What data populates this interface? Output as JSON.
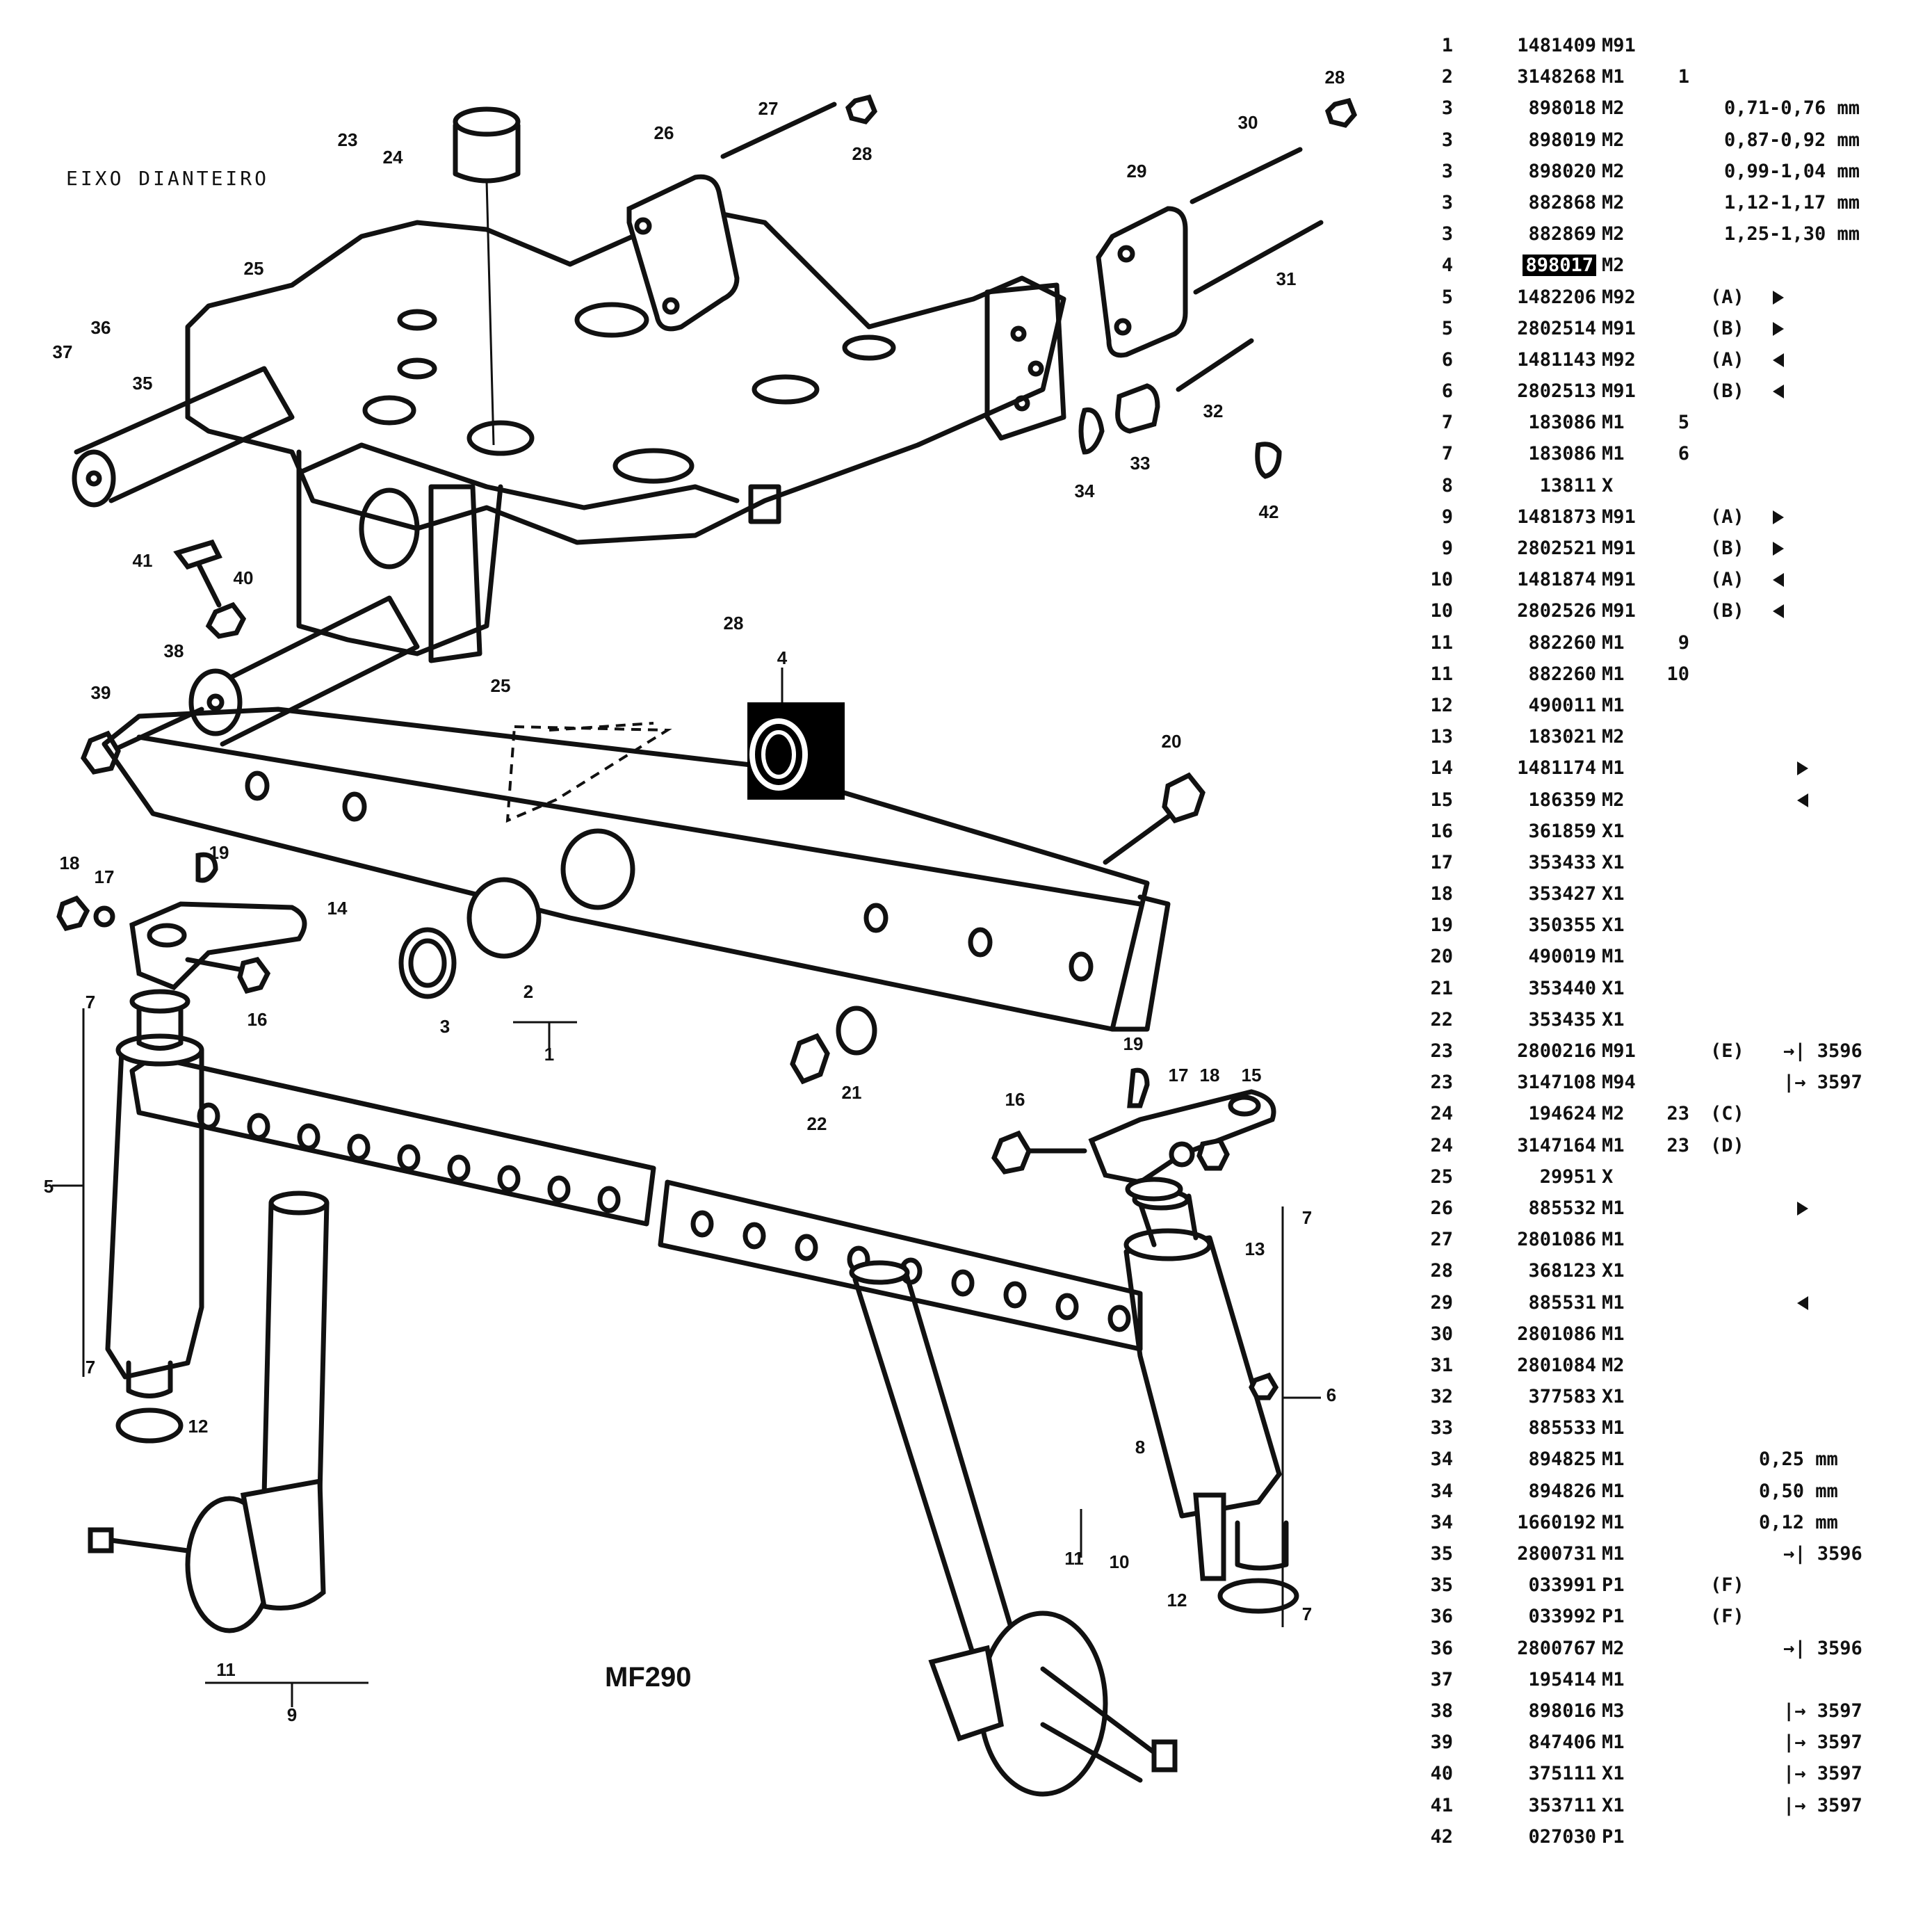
{
  "title": "EIXO DIANTEIRO",
  "model": "MF290",
  "highlighted_part": "898017",
  "parts": [
    {
      "ref": "1",
      "part": "1481409",
      "group": "M91",
      "qty": "",
      "variant": "",
      "side": "",
      "note": ""
    },
    {
      "ref": "2",
      "part": "3148268",
      "group": "M1",
      "qty": "1",
      "variant": "",
      "side": "",
      "note": ""
    },
    {
      "ref": "3",
      "part": "898018",
      "group": "M2",
      "qty": "",
      "variant": "",
      "side": "",
      "note": "0,71-0,76 mm"
    },
    {
      "ref": "3",
      "part": "898019",
      "group": "M2",
      "qty": "",
      "variant": "",
      "side": "",
      "note": "0,87-0,92 mm"
    },
    {
      "ref": "3",
      "part": "898020",
      "group": "M2",
      "qty": "",
      "variant": "",
      "side": "",
      "note": "0,99-1,04 mm"
    },
    {
      "ref": "3",
      "part": "882868",
      "group": "M2",
      "qty": "",
      "variant": "",
      "side": "",
      "note": "1,12-1,17 mm"
    },
    {
      "ref": "3",
      "part": "882869",
      "group": "M2",
      "qty": "",
      "variant": "",
      "side": "",
      "note": "1,25-1,30 mm"
    },
    {
      "ref": "4",
      "part": "898017",
      "group": "M2",
      "qty": "",
      "variant": "",
      "side": "",
      "note": "",
      "highlight": true
    },
    {
      "ref": "5",
      "part": "1482206",
      "group": "M92",
      "qty": "",
      "variant": "(A)",
      "side": "right",
      "note": ""
    },
    {
      "ref": "5",
      "part": "2802514",
      "group": "M91",
      "qty": "",
      "variant": "(B)",
      "side": "right",
      "note": ""
    },
    {
      "ref": "6",
      "part": "1481143",
      "group": "M92",
      "qty": "",
      "variant": "(A)",
      "side": "left",
      "note": ""
    },
    {
      "ref": "6",
      "part": "2802513",
      "group": "M91",
      "qty": "",
      "variant": "(B)",
      "side": "left",
      "note": ""
    },
    {
      "ref": "7",
      "part": "183086",
      "group": "M1",
      "qty": "5",
      "variant": "",
      "side": "",
      "note": ""
    },
    {
      "ref": "7",
      "part": "183086",
      "group": "M1",
      "qty": "6",
      "variant": "",
      "side": "",
      "note": ""
    },
    {
      "ref": "8",
      "part": "13811",
      "group": "X",
      "qty": "",
      "variant": "",
      "side": "",
      "note": ""
    },
    {
      "ref": "9",
      "part": "1481873",
      "group": "M91",
      "qty": "",
      "variant": "(A)",
      "side": "right",
      "note": ""
    },
    {
      "ref": "9",
      "part": "2802521",
      "group": "M91",
      "qty": "",
      "variant": "(B)",
      "side": "right",
      "note": ""
    },
    {
      "ref": "10",
      "part": "1481874",
      "group": "M91",
      "qty": "",
      "variant": "(A)",
      "side": "left",
      "note": ""
    },
    {
      "ref": "10",
      "part": "2802526",
      "group": "M91",
      "qty": "",
      "variant": "(B)",
      "side": "left",
      "note": ""
    },
    {
      "ref": "11",
      "part": "882260",
      "group": "M1",
      "qty": "9",
      "variant": "",
      "side": "",
      "note": ""
    },
    {
      "ref": "11",
      "part": "882260",
      "group": "M1",
      "qty": "10",
      "variant": "",
      "side": "",
      "note": ""
    },
    {
      "ref": "12",
      "part": "490011",
      "group": "M1",
      "qty": "",
      "variant": "",
      "side": "",
      "note": ""
    },
    {
      "ref": "13",
      "part": "183021",
      "group": "M2",
      "qty": "",
      "variant": "",
      "side": "",
      "note": ""
    },
    {
      "ref": "14",
      "part": "1481174",
      "group": "M1",
      "qty": "",
      "variant": "",
      "side": "right-only",
      "note": ""
    },
    {
      "ref": "15",
      "part": "186359",
      "group": "M2",
      "qty": "",
      "variant": "",
      "side": "left-only",
      "note": ""
    },
    {
      "ref": "16",
      "part": "361859",
      "group": "X1",
      "qty": "",
      "variant": "",
      "side": "",
      "note": ""
    },
    {
      "ref": "17",
      "part": "353433",
      "group": "X1",
      "qty": "",
      "variant": "",
      "side": "",
      "note": ""
    },
    {
      "ref": "18",
      "part": "353427",
      "group": "X1",
      "qty": "",
      "variant": "",
      "side": "",
      "note": ""
    },
    {
      "ref": "19",
      "part": "350355",
      "group": "X1",
      "qty": "",
      "variant": "",
      "side": "",
      "note": ""
    },
    {
      "ref": "20",
      "part": "490019",
      "group": "M1",
      "qty": "",
      "variant": "",
      "side": "",
      "note": ""
    },
    {
      "ref": "21",
      "part": "353440",
      "group": "X1",
      "qty": "",
      "variant": "",
      "side": "",
      "note": ""
    },
    {
      "ref": "22",
      "part": "353435",
      "group": "X1",
      "qty": "",
      "variant": "",
      "side": "",
      "note": ""
    },
    {
      "ref": "23",
      "part": "2800216",
      "group": "M91",
      "qty": "",
      "variant": "(E)",
      "side": "",
      "note": "→| 3596"
    },
    {
      "ref": "23",
      "part": "3147108",
      "group": "M94",
      "qty": "",
      "variant": "",
      "side": "",
      "note": "|→ 3597"
    },
    {
      "ref": "24",
      "part": "194624",
      "group": "M2",
      "qty": "23",
      "variant": "(C)",
      "side": "",
      "note": ""
    },
    {
      "ref": "24",
      "part": "3147164",
      "group": "M1",
      "qty": "23",
      "variant": "(D)",
      "side": "",
      "note": ""
    },
    {
      "ref": "25",
      "part": "29951",
      "group": "X",
      "qty": "",
      "variant": "",
      "side": "",
      "note": ""
    },
    {
      "ref": "26",
      "part": "885532",
      "group": "M1",
      "qty": "",
      "variant": "",
      "side": "right-only",
      "note": ""
    },
    {
      "ref": "27",
      "part": "2801086",
      "group": "M1",
      "qty": "",
      "variant": "",
      "side": "",
      "note": ""
    },
    {
      "ref": "28",
      "part": "368123",
      "group": "X1",
      "qty": "",
      "variant": "",
      "side": "",
      "note": ""
    },
    {
      "ref": "29",
      "part": "885531",
      "group": "M1",
      "qty": "",
      "variant": "",
      "side": "left-only",
      "note": ""
    },
    {
      "ref": "30",
      "part": "2801086",
      "group": "M1",
      "qty": "",
      "variant": "",
      "side": "",
      "note": ""
    },
    {
      "ref": "31",
      "part": "2801084",
      "group": "M2",
      "qty": "",
      "variant": "",
      "side": "",
      "note": ""
    },
    {
      "ref": "32",
      "part": "377583",
      "group": "X1",
      "qty": "",
      "variant": "",
      "side": "",
      "note": ""
    },
    {
      "ref": "33",
      "part": "885533",
      "group": "M1",
      "qty": "",
      "variant": "",
      "side": "",
      "note": ""
    },
    {
      "ref": "34",
      "part": "894825",
      "group": "M1",
      "qty": "",
      "variant": "",
      "side": "",
      "note": "0,25 mm"
    },
    {
      "ref": "34",
      "part": "894826",
      "group": "M1",
      "qty": "",
      "variant": "",
      "side": "",
      "note": "0,50 mm"
    },
    {
      "ref": "34",
      "part": "1660192",
      "group": "M1",
      "qty": "",
      "variant": "",
      "side": "",
      "note": "0,12 mm"
    },
    {
      "ref": "35",
      "part": "2800731",
      "group": "M1",
      "qty": "",
      "variant": "",
      "side": "",
      "note": "→| 3596"
    },
    {
      "ref": "35",
      "part": "033991",
      "group": "P1",
      "qty": "",
      "variant": "(F)",
      "side": "",
      "note": ""
    },
    {
      "ref": "36",
      "part": "033992",
      "group": "P1",
      "qty": "",
      "variant": "(F)",
      "side": "",
      "note": ""
    },
    {
      "ref": "36",
      "part": "2800767",
      "group": "M2",
      "qty": "",
      "variant": "",
      "side": "",
      "note": "→| 3596"
    },
    {
      "ref": "37",
      "part": "195414",
      "group": "M1",
      "qty": "",
      "variant": "",
      "side": "",
      "note": ""
    },
    {
      "ref": "38",
      "part": "898016",
      "group": "M3",
      "qty": "",
      "variant": "",
      "side": "",
      "note": "|→ 3597"
    },
    {
      "ref": "39",
      "part": "847406",
      "group": "M1",
      "qty": "",
      "variant": "",
      "side": "",
      "note": "|→ 3597"
    },
    {
      "ref": "40",
      "part": "375111",
      "group": "X1",
      "qty": "",
      "variant": "",
      "side": "",
      "note": "|→ 3597"
    },
    {
      "ref": "41",
      "part": "353711",
      "group": "X1",
      "qty": "",
      "variant": "",
      "side": "",
      "note": "|→ 3597"
    },
    {
      "ref": "42",
      "part": "027030",
      "group": "P1",
      "qty": "",
      "variant": "",
      "side": "",
      "note": ""
    }
  ],
  "callouts": [
    {
      "label": "1"
    },
    {
      "label": "2"
    },
    {
      "label": "3"
    },
    {
      "label": "4"
    },
    {
      "label": "5"
    },
    {
      "label": "6"
    },
    {
      "label": "7"
    },
    {
      "label": "7"
    },
    {
      "label": "7"
    },
    {
      "label": "7"
    },
    {
      "label": "8"
    },
    {
      "label": "9"
    },
    {
      "label": "10"
    },
    {
      "label": "11"
    },
    {
      "label": "11"
    },
    {
      "label": "12"
    },
    {
      "label": "12"
    },
    {
      "label": "13"
    },
    {
      "label": "14"
    },
    {
      "label": "15"
    },
    {
      "label": "16"
    },
    {
      "label": "16"
    },
    {
      "label": "17"
    },
    {
      "label": "17"
    },
    {
      "label": "18"
    },
    {
      "label": "18"
    },
    {
      "label": "19"
    },
    {
      "label": "19"
    },
    {
      "label": "20"
    },
    {
      "label": "21"
    },
    {
      "label": "22"
    },
    {
      "label": "23"
    },
    {
      "label": "24"
    },
    {
      "label": "25"
    },
    {
      "label": "25"
    },
    {
      "label": "26"
    },
    {
      "label": "27"
    },
    {
      "label": "28"
    },
    {
      "label": "28"
    },
    {
      "label": "28"
    },
    {
      "label": "29"
    },
    {
      "label": "30"
    },
    {
      "label": "31"
    },
    {
      "label": "32"
    },
    {
      "label": "33"
    },
    {
      "label": "34"
    },
    {
      "label": "35"
    },
    {
      "label": "36"
    },
    {
      "label": "37"
    },
    {
      "label": "38"
    },
    {
      "label": "39"
    },
    {
      "label": "40"
    },
    {
      "label": "41"
    },
    {
      "label": "42"
    }
  ]
}
